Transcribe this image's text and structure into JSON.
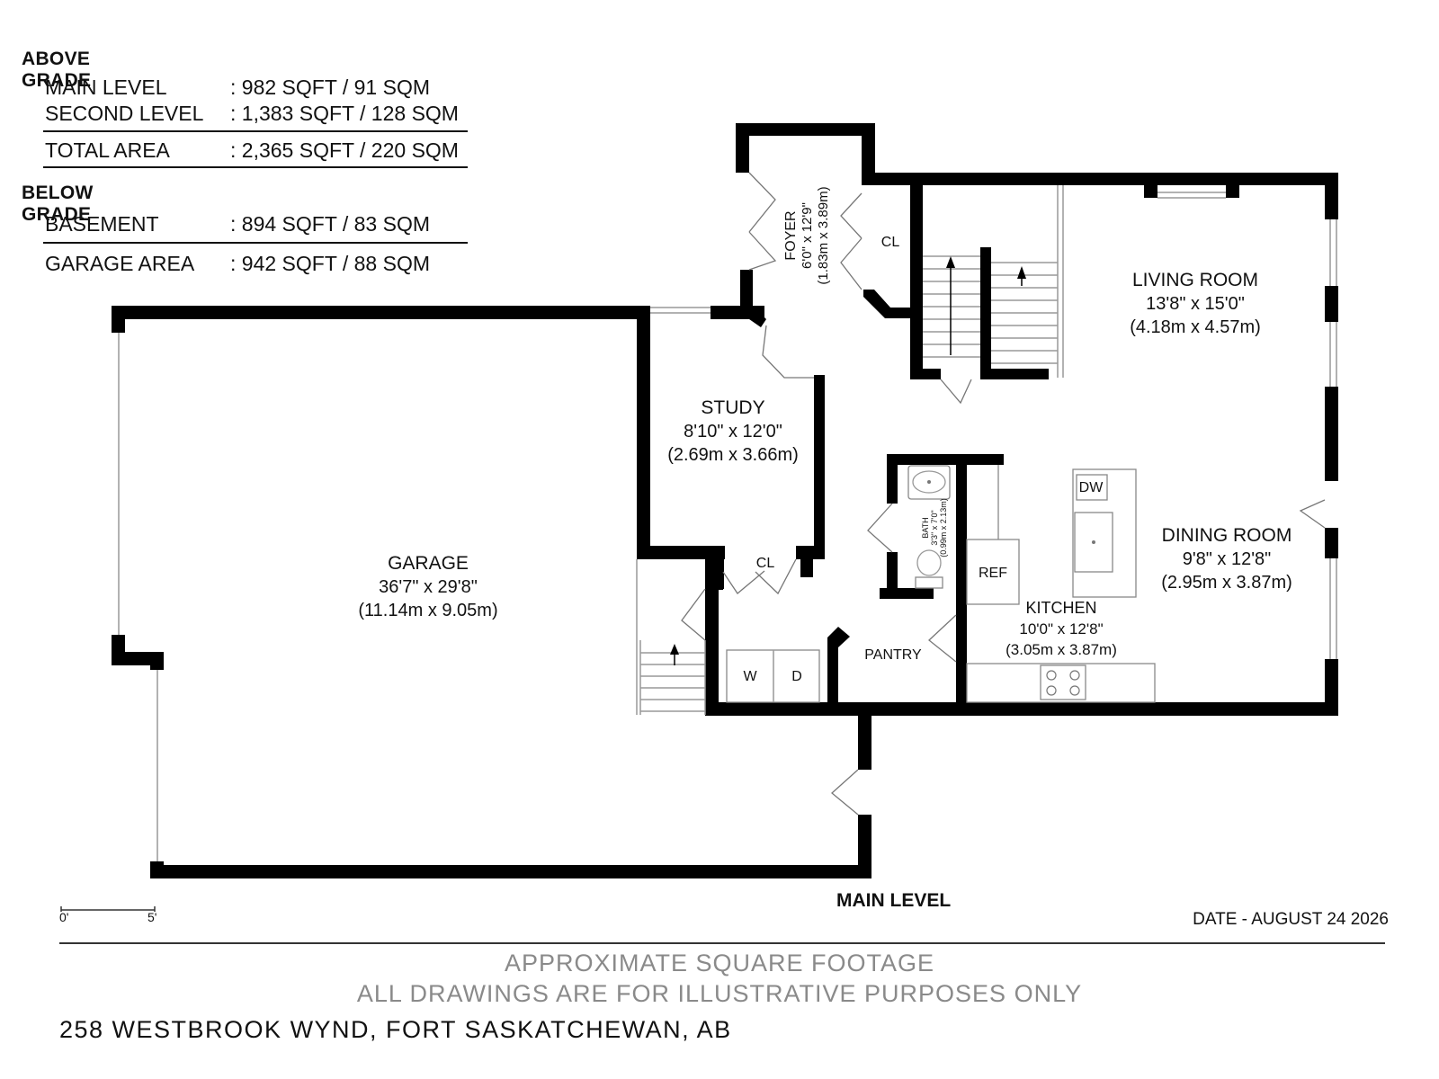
{
  "area_summary": {
    "above_grade_heading": "ABOVE GRADE",
    "above_rows": [
      {
        "label": "MAIN LEVEL",
        "value": ": 982 SQFT / 91 SQM"
      },
      {
        "label": "SECOND LEVEL",
        "value": ": 1,383 SQFT / 128 SQM"
      }
    ],
    "total": {
      "label": "TOTAL AREA",
      "value": ": 2,365 SQFT / 220 SQM"
    },
    "below_grade_heading": "BELOW GRADE",
    "basement": {
      "label": "BASEMENT",
      "value": ": 894 SQFT / 83 SQM"
    },
    "garage": {
      "label": "GARAGE AREA",
      "value": ": 942 SQFT / 88 SQM"
    }
  },
  "rooms": {
    "garage": {
      "name": "GARAGE",
      "dim_ft": "36'7\" x 29'8\"",
      "dim_m": "(11.14m x 9.05m)"
    },
    "study": {
      "name": "STUDY",
      "dim_ft": "8'10\" x 12'0\"",
      "dim_m": "(2.69m x 3.66m)"
    },
    "foyer": {
      "name": "FOYER",
      "dim_ft": "6'0\" x 12'9\"",
      "dim_m": "(1.83m x 3.89m)"
    },
    "living_room": {
      "name": "LIVING ROOM",
      "dim_ft": "13'8\" x 15'0\"",
      "dim_m": "(4.18m x 4.57m)"
    },
    "dining_room": {
      "name": "DINING ROOM",
      "dim_ft": "9'8\" x 12'8\"",
      "dim_m": "(2.95m x 3.87m)"
    },
    "kitchen": {
      "name": "KITCHEN",
      "dim_ft": "10'0\" x 12'8\"",
      "dim_m": "(3.05m x 3.87m)"
    },
    "bath": {
      "name": "BATH",
      "dim_ft": "3'3\" x 7'0\"",
      "dim_m": "(0.99m x 2.13m)"
    }
  },
  "fixture_labels": {
    "closet_foyer": "CL",
    "closet_study": "CL",
    "washer": "W",
    "dryer": "D",
    "refrigerator": "REF",
    "dishwasher": "DW",
    "pantry": "PANTRY"
  },
  "level_title": "MAIN LEVEL",
  "scale": {
    "start": "0'",
    "end": "5'"
  },
  "date": "DATE - AUGUST 24 2026",
  "disclaimer_line1": "APPROXIMATE SQUARE FOOTAGE",
  "disclaimer_line2": "ALL DRAWINGS ARE FOR ILLUSTRATIVE PURPOSES ONLY",
  "address": "258 WESTBROOK WYND, FORT SASKATCHEWAN, AB"
}
